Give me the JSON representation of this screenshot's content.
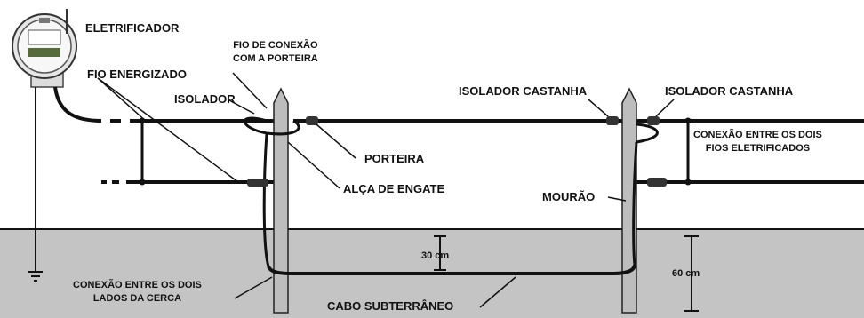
{
  "colors": {
    "ground": "#c4c4c4",
    "wire": "#111111",
    "post": "#bdbdbd",
    "label": "#111111"
  },
  "labels": {
    "energizer": "ELETRIFICADOR",
    "gate_connection_wire": [
      "FIO DE CONEXÃO",
      "COM A PORTEIRA"
    ],
    "energized_wire": "FIO ENERGIZADO",
    "insulator": "ISOLADOR",
    "nut_insulator_left": "ISOLADOR CASTANHA",
    "nut_insulator_right": "ISOLADOR CASTANHA",
    "wires_connection": [
      "CONEXÃO ENTRE OS DOIS",
      "FIOS ELETRIFICADOS"
    ],
    "gate": "PORTEIRA",
    "hook_loop": "ALÇA DE ENGATE",
    "post": "MOURÃO",
    "depth_small": "30 cm",
    "depth_large": "60 cm",
    "sides_connection": [
      "CONEXÃO ENTRE OS DOIS",
      "LADOS DA CERCA"
    ],
    "underground_cable": "CABO SUBTERRÂNEO"
  },
  "icons": [
    "energizer-meter-icon",
    "ground-rod-icon",
    "fence-post-icon",
    "insulator-icon"
  ]
}
